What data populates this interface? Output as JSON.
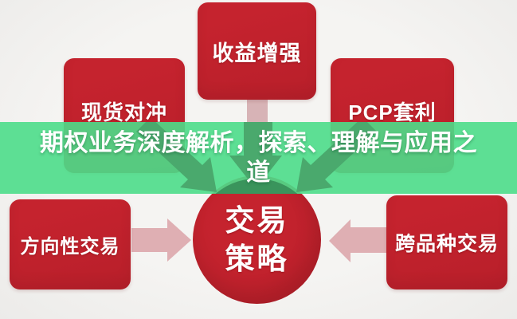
{
  "banner": {
    "title": "期权业务深度解析，探索、理解与应用之道",
    "lines": [
      "期权业务深度解析，探索、理解与应用之",
      "道"
    ]
  },
  "center": {
    "title": "交易策略",
    "lines": [
      "交易",
      "策略"
    ]
  },
  "nodes": [
    {
      "id": "spot-hedging",
      "label": "现货对冲"
    },
    {
      "id": "yield-enhancement",
      "label": "收益增强"
    },
    {
      "id": "pcp-arbitrage",
      "label": "PCP套利"
    },
    {
      "id": "directional-trading",
      "label": "方向性交易"
    },
    {
      "id": "cross-variety-trading",
      "label": "跨品种交易"
    }
  ],
  "icons": [
    "arrow-right-icon",
    "arrow-left-icon",
    "arrow-down-icon",
    "arrow-diagonal-down-right-icon",
    "arrow-diagonal-down-left-icon"
  ],
  "colors": {
    "bg": "#F5F4F2",
    "bg-edge": "#ECEBE9",
    "node-red": "#C5232E",
    "node-red-dark": "#B81F2A",
    "circle-red-dark": "#B51E29",
    "arrow-pink": "#DFAFB3",
    "stem-pink": "#D7B3B6",
    "band-green": "rgba(77,221,138,0.9)",
    "band-arrow-green": "#4AA96D",
    "band-dome-green": "#3A945C",
    "text-white": "#FFFFFF"
  }
}
